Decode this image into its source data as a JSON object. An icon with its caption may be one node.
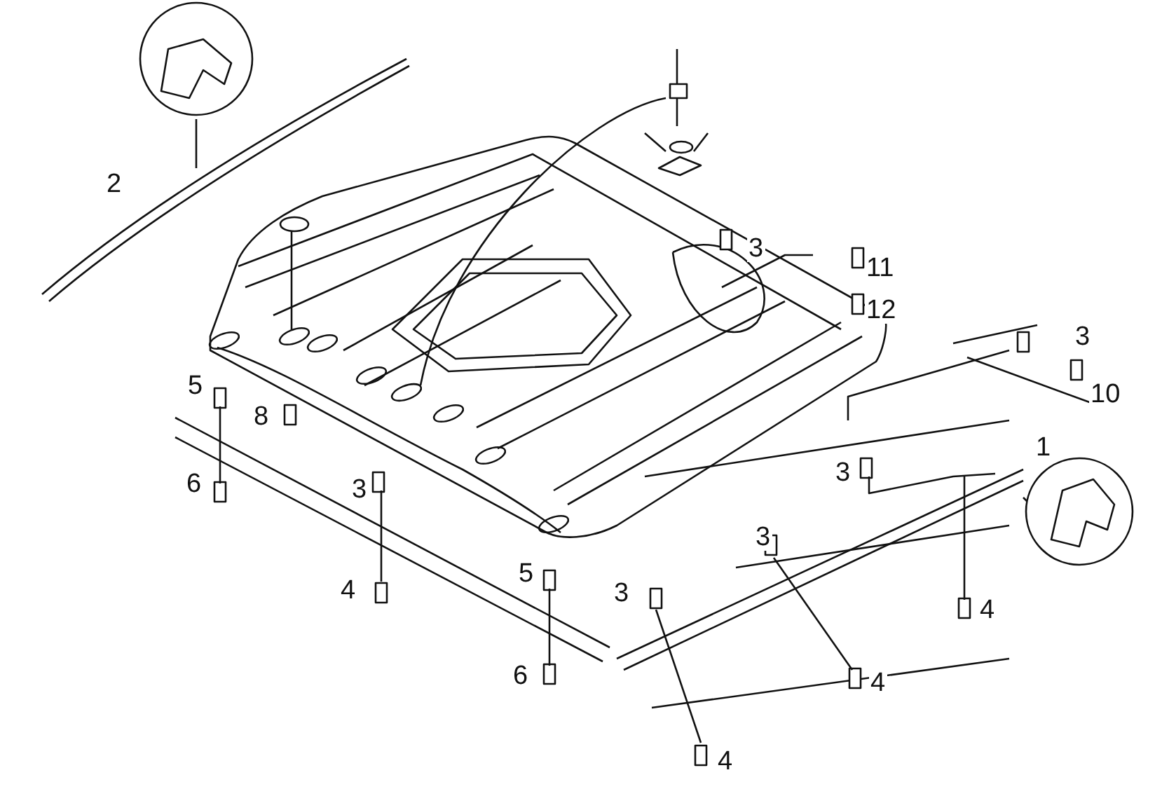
{
  "diagram": {
    "labels": [
      "2",
      "3",
      "11",
      "12",
      "3",
      "5",
      "10",
      "8",
      "1",
      "3",
      "6",
      "3",
      "3",
      "5",
      "4",
      "3",
      "4",
      "6",
      "4",
      "4"
    ]
  }
}
